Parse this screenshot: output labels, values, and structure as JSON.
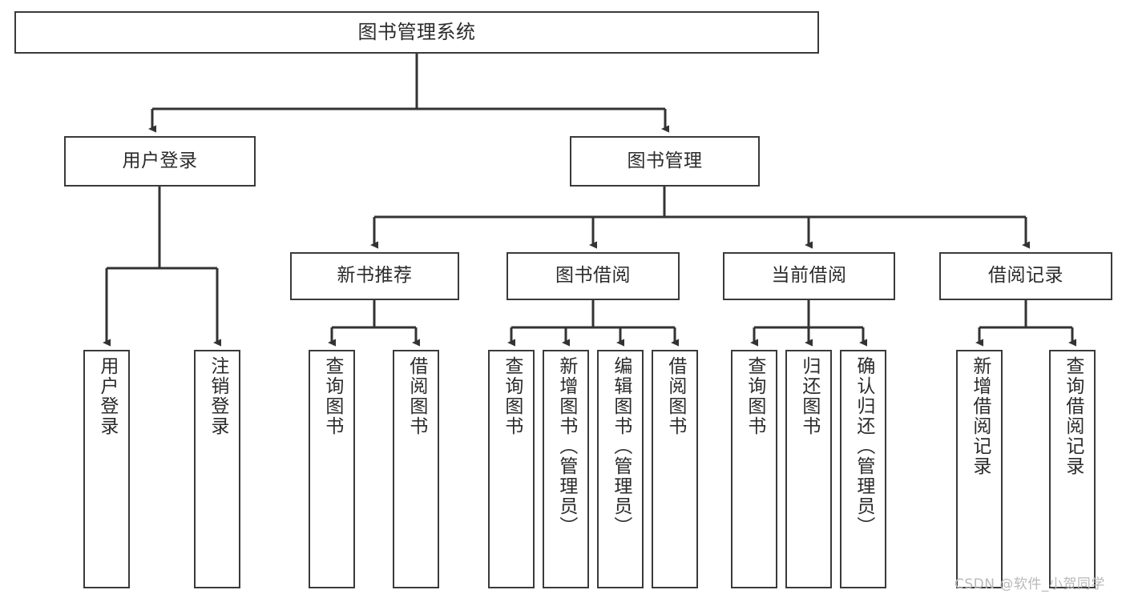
{
  "diagram": {
    "title": "图书管理系统",
    "type": "tree-hierarchy-diagram",
    "colors": {
      "box_border": "#3a3a3a",
      "box_fill": "#ffffff",
      "edge": "#333333",
      "text": "#2b2b2b",
      "background": "#ffffff",
      "watermark": "#b9b9b9"
    },
    "watermark": "CSDN @软件_小贺同学",
    "nodes": {
      "root": {
        "label": "图书管理系统"
      },
      "level1": [
        {
          "label": "用户登录"
        },
        {
          "label": "图书管理"
        }
      ],
      "level2": [
        {
          "label": "新书推荐"
        },
        {
          "label": "图书借阅"
        },
        {
          "label": "当前借阅"
        },
        {
          "label": "借阅记录"
        }
      ],
      "leaves": {
        "user_login": [
          {
            "label": "用户登录"
          },
          {
            "label": "注销登录"
          }
        ],
        "new_book_recommend": [
          {
            "label": "查询图书"
          },
          {
            "label": "借阅图书"
          }
        ],
        "book_borrow": [
          {
            "label": "查询图书"
          },
          {
            "label": "新增图书（管理员）"
          },
          {
            "label": "编辑图书（管理员）"
          },
          {
            "label": "借阅图书"
          }
        ],
        "current_borrow": [
          {
            "label": "查询图书"
          },
          {
            "label": "归还图书"
          },
          {
            "label": "确认归还（管理员）"
          }
        ],
        "borrow_record": [
          {
            "label": "新增借阅记录"
          },
          {
            "label": "查询借阅记录"
          }
        ]
      }
    }
  }
}
